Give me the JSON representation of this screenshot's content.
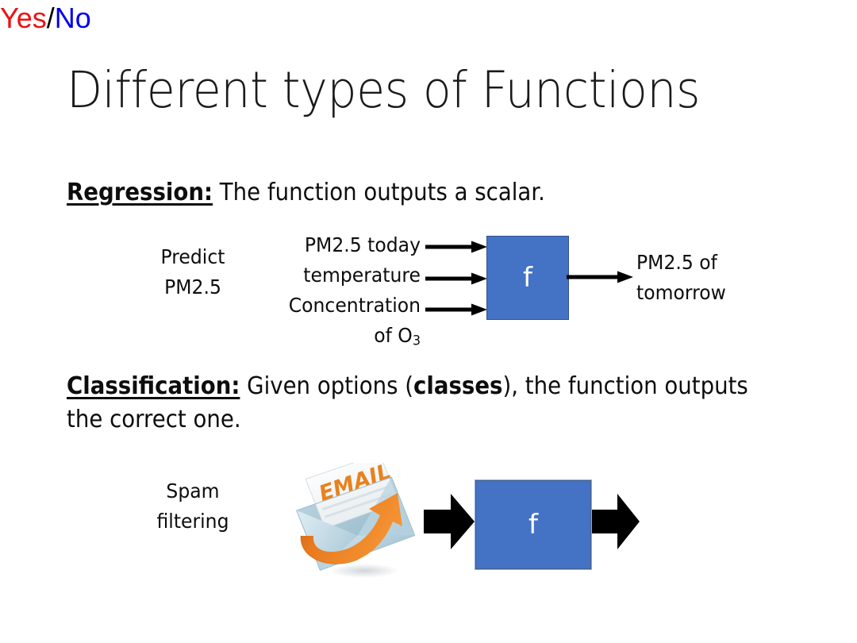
{
  "slide": {
    "title": "Different types of Functions",
    "background_color": "#FFFFFF"
  },
  "regression": {
    "lead": "Regression:",
    "statement": " The function outputs a scalar.",
    "task_label": "Predict\nPM2.5",
    "task_label_line1": "Predict",
    "task_label_line2": "PM2.5",
    "inputs": [
      "PM2.5 today",
      "temperature",
      "Concentration"
    ],
    "inputs_line4": "of O",
    "inputs_line4_subscript": "3",
    "function_symbol": "f",
    "output_line1": "PM2.5 of",
    "output_line2": "tomorrow",
    "box_color": "#4472C4",
    "arrow_color": "#000000"
  },
  "classification": {
    "lead": "Classification:",
    "statement_part1": " Given options (",
    "statement_bold": "classes",
    "statement_part2": "), the function outputs",
    "statement_line2": "the correct one.",
    "task_label_line1": "Spam",
    "task_label_line2": "filtering",
    "email_icon_text": "EMAIL",
    "email_icon_name": "email-envelope-icon",
    "function_symbol": "f",
    "output_yes": "Yes",
    "output_separator": "/",
    "output_no": "No",
    "yes_color": "#EE1111",
    "no_color": "#0000EE",
    "box_color": "#4472C4",
    "block_arrow_color": "#000000",
    "email_accent_color": "#E8821E"
  }
}
